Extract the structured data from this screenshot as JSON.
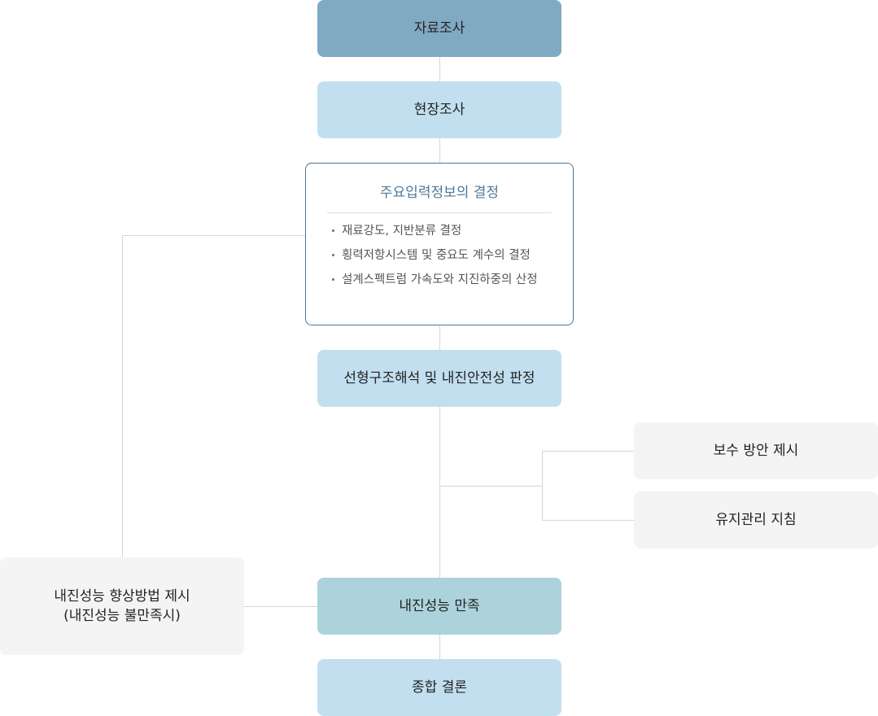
{
  "nodes": {
    "literature_survey": "자료조사",
    "field_survey": "현장조사",
    "input_info": {
      "title": "주요입력정보의 결정",
      "items": [
        "재료강도, 지반분류 결정",
        "횡력저항시스템 및 중요도 계수의 결정",
        "설계스펙트럼 가속도와 지진하중의 산정"
      ]
    },
    "linear_analysis": "선형구조해석 및 내진안전성 판정",
    "repair_plan": "보수 방안 제시",
    "maintenance_guide": "유지관리 지침",
    "seismic_satisfied": "내진성능 만족",
    "improvement": {
      "line1": "내진성능 향상방법 제시",
      "line2": "(내진성능 불만족시)"
    },
    "conclusion": "종합 결론"
  },
  "colors": {
    "dark_box": "#80a9c3",
    "light_box": "#c2dff0",
    "teal_box": "#acd3dc",
    "grey_box": "#f4f4f4",
    "detail_border": "#4e7594",
    "detail_title": "#4e7a99",
    "bullet": "#3f8f3f",
    "connector": "#d6d6d6"
  }
}
